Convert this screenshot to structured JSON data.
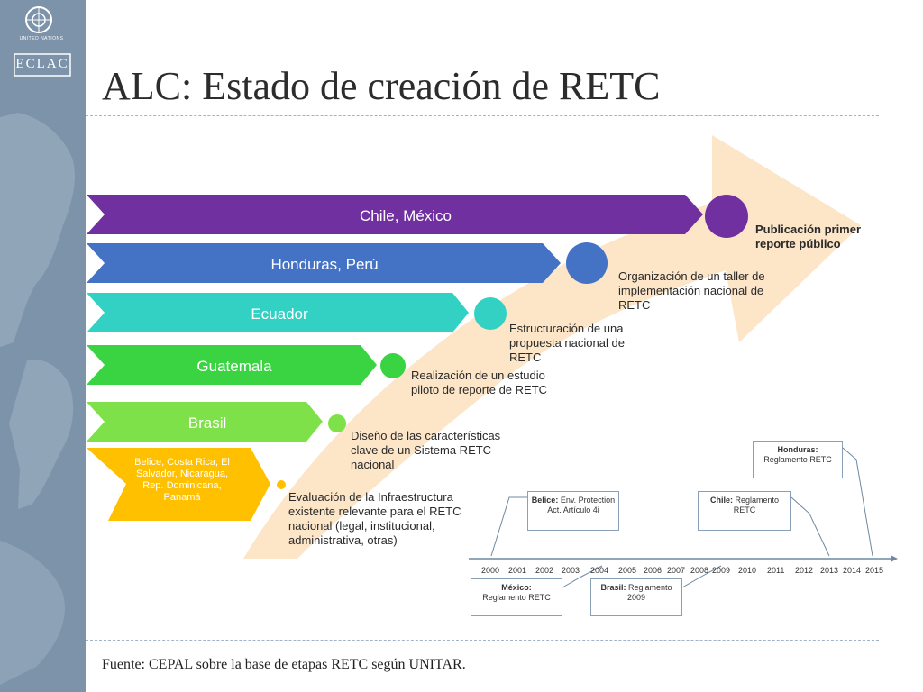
{
  "title": "ALC: Estado de creación de RETC",
  "source": "Fuente: CEPAL sobre la base de etapas RETC según UNITAR.",
  "logos": {
    "un_caption": "UNITED NATIONS",
    "eclac": "ECLAC"
  },
  "colors": {
    "sidebar": "#7d93aa",
    "chile": "#7030a0",
    "honduras": "#4472c4",
    "ecuador": "#33d1c4",
    "guatemala": "#3ad443",
    "brasil": "#7ee14a",
    "belice": "#ffc000",
    "big_arrow": "#fde5c8"
  },
  "countries": [
    {
      "label": "Chile, México"
    },
    {
      "label": "Honduras, Perú"
    },
    {
      "label": "Ecuador"
    },
    {
      "label": "Guatemala"
    },
    {
      "label": "Brasil"
    },
    {
      "label": "Belice, Costa Rica, El Salvador, Nicaragua, Rep. Dominicana, Panamá"
    }
  ],
  "stages": [
    "Publicación primer reporte público",
    "Organización de un taller de implementación nacional de RETC",
    "Estructuración de una propuesta nacional de RETC",
    "Realización de un estudio piloto de reporte de RETC",
    "Diseño de las características clave de un Sistema RETC nacional",
    "Evaluación de la Infraestructura existente relevante para el RETC nacional (legal, institucional, administrativa, otras)"
  ],
  "timeline": {
    "years": [
      "2000",
      "2001",
      "2002",
      "2003",
      "2004",
      "2005",
      "2006",
      "2007",
      "2008",
      "2009",
      "2010",
      "2011",
      "2012",
      "2013",
      "2014",
      "2015"
    ],
    "events": [
      {
        "bold": "Honduras:",
        "text": "Reglamento RETC"
      },
      {
        "bold": "Belice:",
        "text": "Env. Protection Act. Artículo 4i"
      },
      {
        "bold": "Chile:",
        "text": "Reglamento RETC"
      },
      {
        "bold": "México:",
        "text": "Reglamento RETC"
      },
      {
        "bold": "Brasil:",
        "text": "Reglamento 2009"
      }
    ]
  }
}
